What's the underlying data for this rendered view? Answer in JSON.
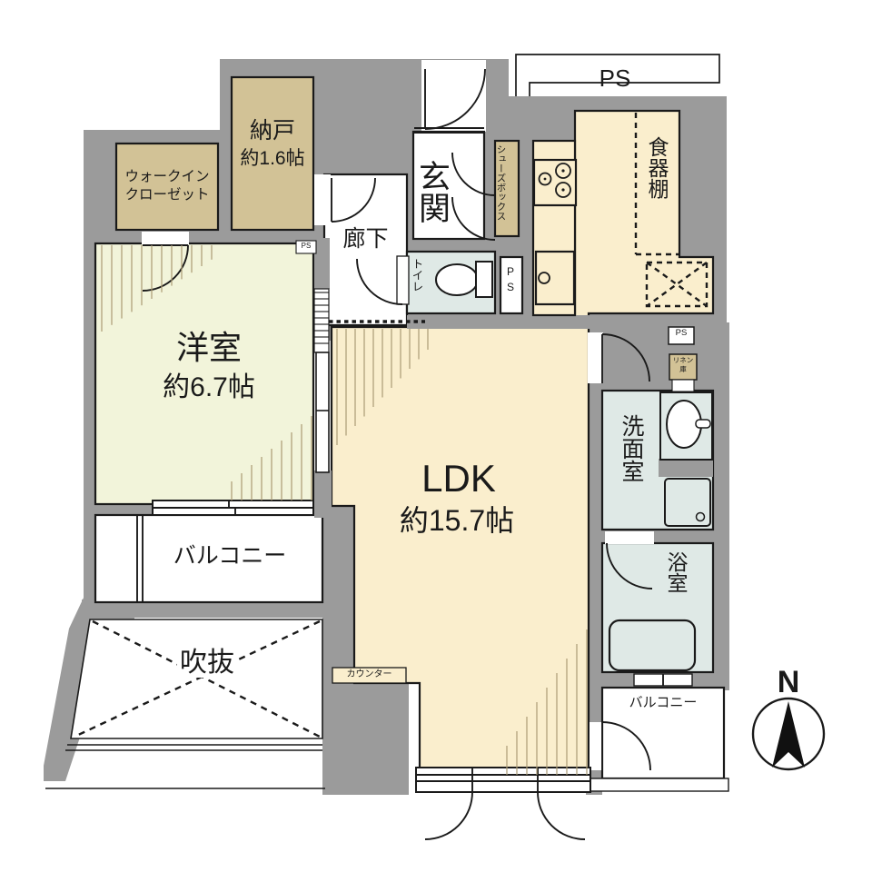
{
  "plan": {
    "rooms": {
      "living": {
        "name": "LDK",
        "size": "約15.7帖"
      },
      "western_room": {
        "name": "洋室",
        "size": "約6.7帖"
      },
      "storage_room": {
        "name": "納戸",
        "size": "約1.6帖"
      },
      "walk_in_closet": {
        "line1": "ウォークイン",
        "line2": "クローゼット"
      },
      "entrance": "玄関",
      "hallway": "廊下",
      "toilet": "トイレ",
      "shoe_box": "シューズボックス",
      "cupboard": "食器棚",
      "washroom": "洗面室",
      "bathroom": "浴室",
      "balcony_west": "バルコニー",
      "balcony_south": "バルコニー",
      "void_space": "吹抜",
      "counter": "カウンター",
      "linen_closet": {
        "line1": "リネン",
        "line2": "庫"
      }
    },
    "labels": {
      "pipe_space_top": "PS",
      "pipe_space_wall": "PS",
      "pipe_space_toilet": "PS",
      "pipe_space_utility": "PS"
    },
    "compass": {
      "north": "N"
    },
    "colors": {
      "wall": "#9b9b9b",
      "ldk_floor": "#faeecd",
      "room_floor": "#f2f4da",
      "storage": "#d2c296",
      "wet_area": "#dfe9e6",
      "hatch": "#ab9b74",
      "line": "#1a1a1a"
    }
  }
}
